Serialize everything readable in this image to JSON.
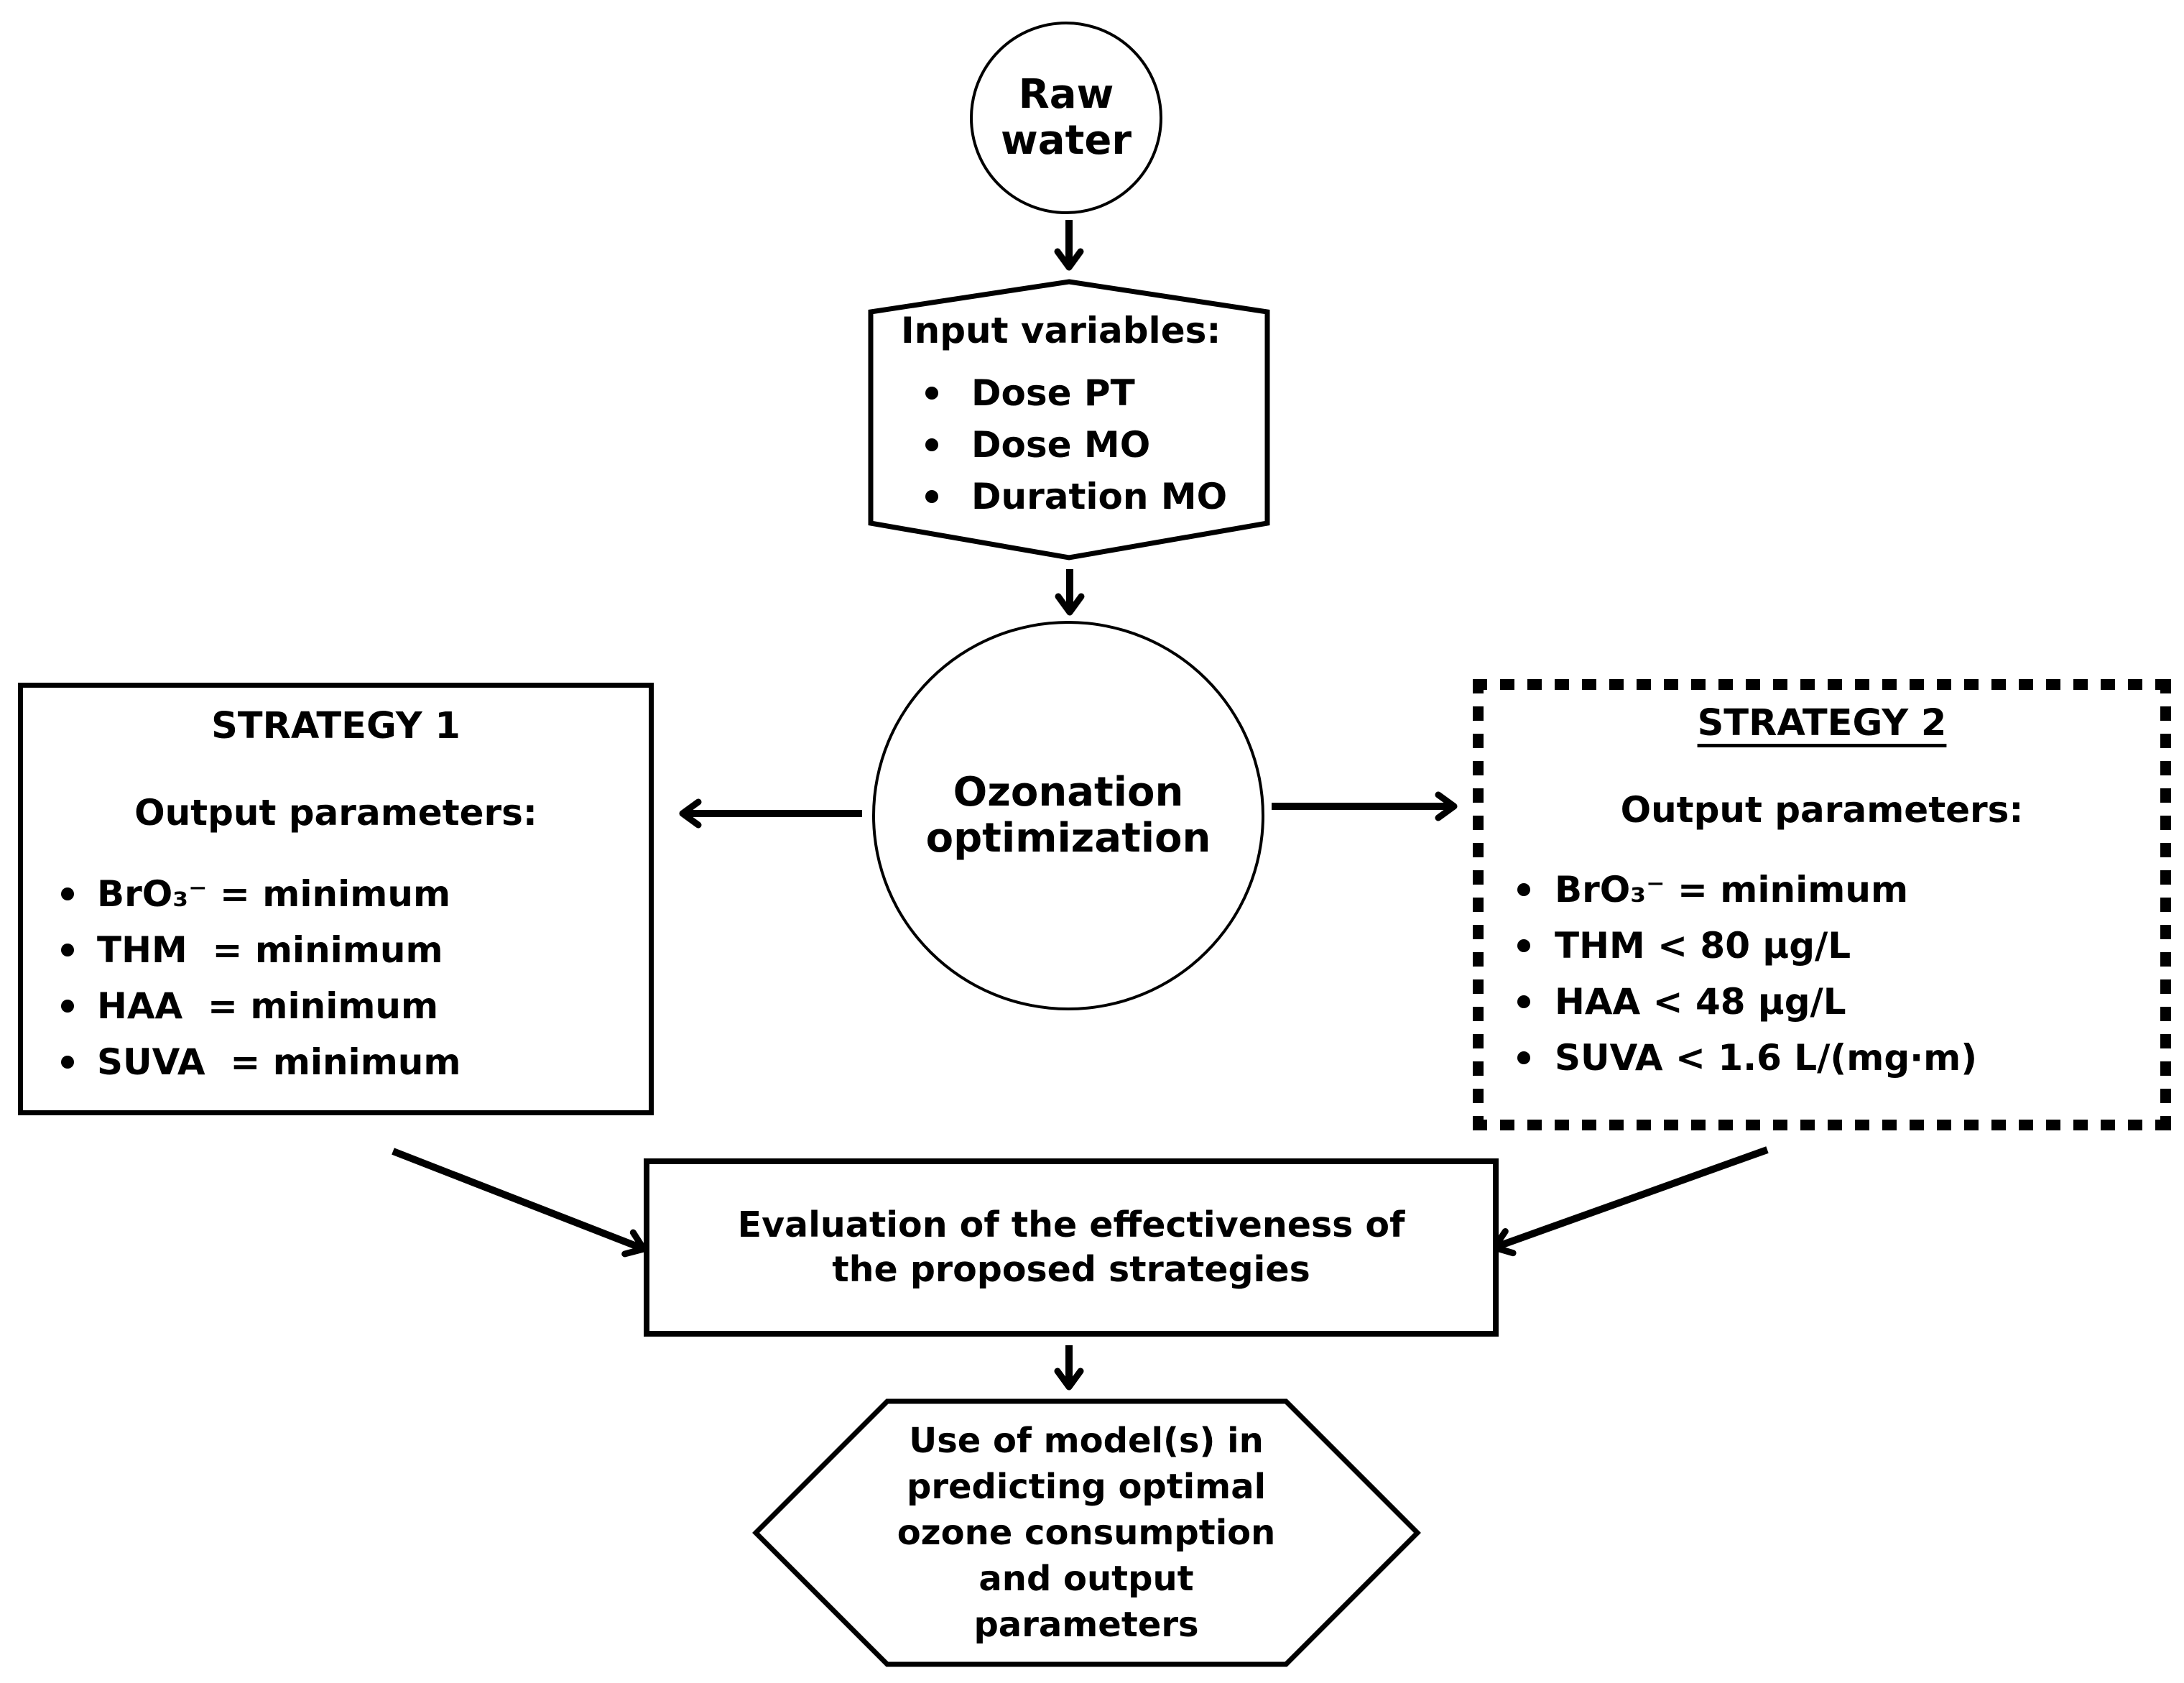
{
  "diagram": {
    "colors": {
      "ink": "#000000",
      "background": "#ffffff"
    },
    "raw_water": {
      "label": "Raw\nwater"
    },
    "input_box": {
      "title": "Input variables:",
      "bullets": [
        "Dose PT",
        "Dose MO",
        "Duration MO"
      ]
    },
    "ozonation": {
      "label": "Ozonation\noptimization"
    },
    "strategy1": {
      "title": "STRATEGY 1",
      "subtitle": "Output parameters:",
      "bullets": [
        "BrO₃⁻ = minimum",
        "THM  = minimum",
        "HAA  = minimum",
        "SUVA  = minimum"
      ]
    },
    "strategy2": {
      "title": "STRATEGY 2",
      "subtitle": "Output parameters:",
      "bullets": [
        "BrO₃⁻ = minimum",
        "THM < 80 µg/L",
        "HAA < 48 µg/L",
        "SUVA < 1.6 L/(mg·m)"
      ]
    },
    "evaluation": {
      "label": "Evaluation of the effectiveness of\nthe proposed strategies"
    },
    "model_use": {
      "label": "Use of model(s) in\npredicting optimal\nozone consumption\nand output\nparameters"
    }
  }
}
